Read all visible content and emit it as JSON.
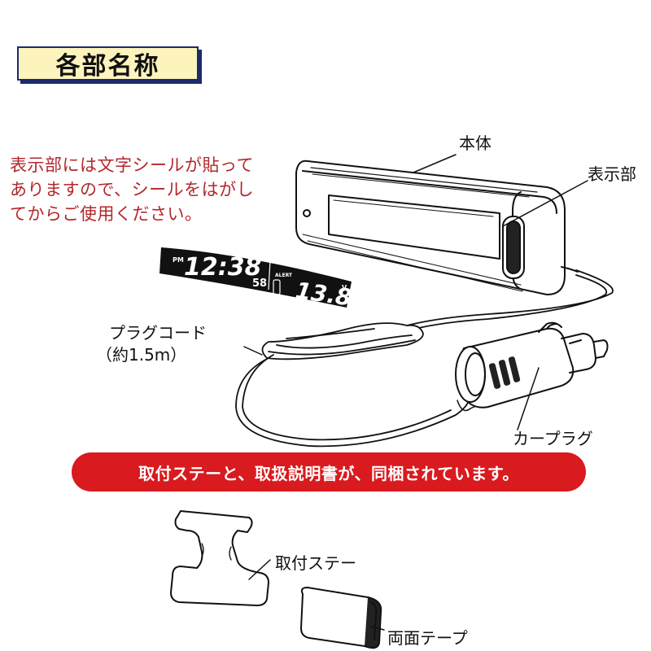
{
  "title": "各部名称",
  "note_lines": [
    "表示部には文字シールが貼って",
    "ありますので、シールをはがし",
    "てからご使用ください。"
  ],
  "labels": {
    "body": "本体",
    "display": "表示部",
    "plug_cord_line1": "プラグコード",
    "plug_cord_line2": "（約1.5m）",
    "car_plug": "カープラグ",
    "stay": "取付ステー",
    "tape": "両面テープ"
  },
  "banner": "取付ステーと、取扱説明書が、同梱されています。",
  "display_sticker": {
    "pm": "PM",
    "time": "12:38",
    "seconds": "58",
    "alert": "ALERT",
    "voltage": "13.8",
    "unit": "V"
  },
  "colors": {
    "title_bg": "#fdf3bd",
    "title_border": "#1d2a6b",
    "note_text": "#b3272b",
    "banner_bg": "#d91a1e",
    "banner_text": "#ffffff"
  }
}
